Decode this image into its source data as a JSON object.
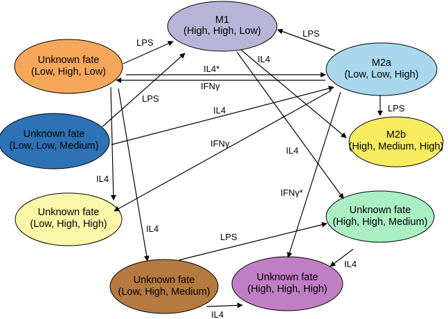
{
  "nodes": [
    {
      "id": "m1",
      "name": "node-m1",
      "lines": [
        "M1",
        "(High, High, Low)"
      ],
      "color": "#b8b4d8"
    },
    {
      "id": "m2a",
      "name": "node-m2a",
      "lines": [
        "M2a",
        "(Low, Low, High)"
      ],
      "color": "#a9d8ee"
    },
    {
      "id": "m2b",
      "name": "node-m2b",
      "lines": [
        "M2b",
        "(High, Medium, High)"
      ],
      "color": "#f7ec5f"
    },
    {
      "id": "u_low_high_low",
      "name": "node-unknown-low-high-low",
      "lines": [
        "Unknown fate",
        "(Low, High, Low)"
      ],
      "color": "#f7a75a"
    },
    {
      "id": "u_low_low_medium",
      "name": "node-unknown-low-low-medium",
      "lines": [
        "Unknown fate",
        "(Low, Low, Medium)"
      ],
      "color": "#2c72b4"
    },
    {
      "id": "u_low_high_high",
      "name": "node-unknown-low-high-high",
      "lines": [
        "Unknown fate",
        "(Low, High, High)"
      ],
      "color": "#fbf7a8"
    },
    {
      "id": "u_high_high_medium",
      "name": "node-unknown-high-high-medium",
      "lines": [
        "Unknown fate",
        "(High, High, Medium)"
      ],
      "color": "#a9efc2"
    },
    {
      "id": "u_low_high_medium",
      "name": "node-unknown-low-high-medium",
      "lines": [
        "Unknown fate",
        "(Low, High, Medium)"
      ],
      "color": "#b47a3f"
    },
    {
      "id": "u_high_high_high",
      "name": "node-unknown-high-high-high",
      "lines": [
        "Unknown fate",
        "(High, High, High)"
      ],
      "color": "#c07fc4"
    }
  ],
  "edges": [
    {
      "name": "edge-lps-unknown-to-m1",
      "label": "LPS"
    },
    {
      "name": "edge-lps-m2a-to-m1",
      "label": "LPS"
    },
    {
      "name": "edge-il4-star-to-m2a",
      "label": "IL4*"
    },
    {
      "name": "edge-ifng-m2a-to-unknown",
      "label": "IFNγ"
    },
    {
      "name": "edge-lps-blue-to-m1",
      "label": "LPS"
    },
    {
      "name": "edge-il4-blue-to-m2a",
      "label": "IL4"
    },
    {
      "name": "edge-il4-m1-to-m2b",
      "label": "IL4"
    },
    {
      "name": "edge-lps-m2a-to-m2b",
      "label": "LPS"
    },
    {
      "name": "edge-ifng-m2a-to-yellow",
      "label": "IFNγ"
    },
    {
      "name": "edge-il4-orange-to-yellow",
      "label": "IL4"
    },
    {
      "name": "edge-il4-m1-to-green",
      "label": "IL4"
    },
    {
      "name": "edge-ifng-star-m2a-to-purple",
      "label": "IFNγ*"
    },
    {
      "name": "edge-il4-orange-to-brown",
      "label": "IL4"
    },
    {
      "name": "edge-lps-brown-to-green",
      "label": "LPS"
    },
    {
      "name": "edge-il4-green-to-purple",
      "label": "IL4"
    },
    {
      "name": "edge-il4-brown-to-purple",
      "label": "IL4"
    }
  ]
}
